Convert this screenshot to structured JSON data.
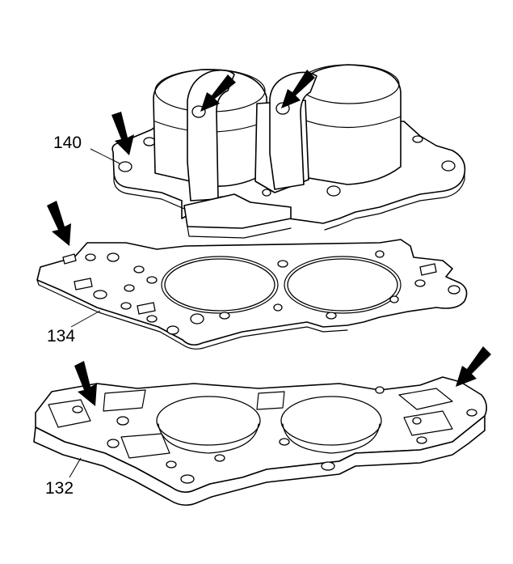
{
  "callouts": {
    "housing": "140",
    "gasket": "134",
    "plate": "132"
  },
  "colors": {
    "line": "#000000",
    "fill": "#ffffff",
    "arrow": "#000000"
  },
  "icons": {
    "arrow": "arrow-icon"
  }
}
